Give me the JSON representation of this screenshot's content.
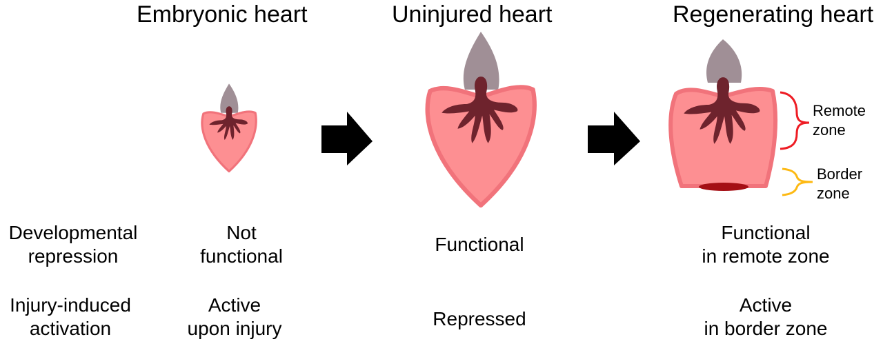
{
  "columns": [
    {
      "title": "Embryonic heart",
      "developmental_repression": [
        "Not",
        "functional"
      ],
      "injury_induced_activation": [
        "Active",
        "upon injury"
      ]
    },
    {
      "title": "Uninjured heart",
      "developmental_repression": [
        "Functional"
      ],
      "injury_induced_activation": [
        "Repressed"
      ]
    },
    {
      "title": "Regenerating heart",
      "developmental_repression": [
        "Functional",
        "in remote zone"
      ],
      "injury_induced_activation": [
        "Active",
        "in border zone"
      ]
    }
  ],
  "row_labels": {
    "developmental_repression": [
      "Developmental",
      "repression"
    ],
    "injury_induced_activation": [
      "Injury-induced",
      "activation"
    ]
  },
  "zones": {
    "remote": [
      "Remote",
      "zone"
    ],
    "border": [
      "Border",
      "zone"
    ]
  },
  "colors": {
    "myocardium": "#fd8f92",
    "myocardium_outline": "#f1737b",
    "outflow": "#a08f96",
    "trabeculae": "#6e232d",
    "injury": "#a50f15",
    "remote_brace": "#ee1c24",
    "border_brace": "#fdb913",
    "arrow": "#000000"
  }
}
